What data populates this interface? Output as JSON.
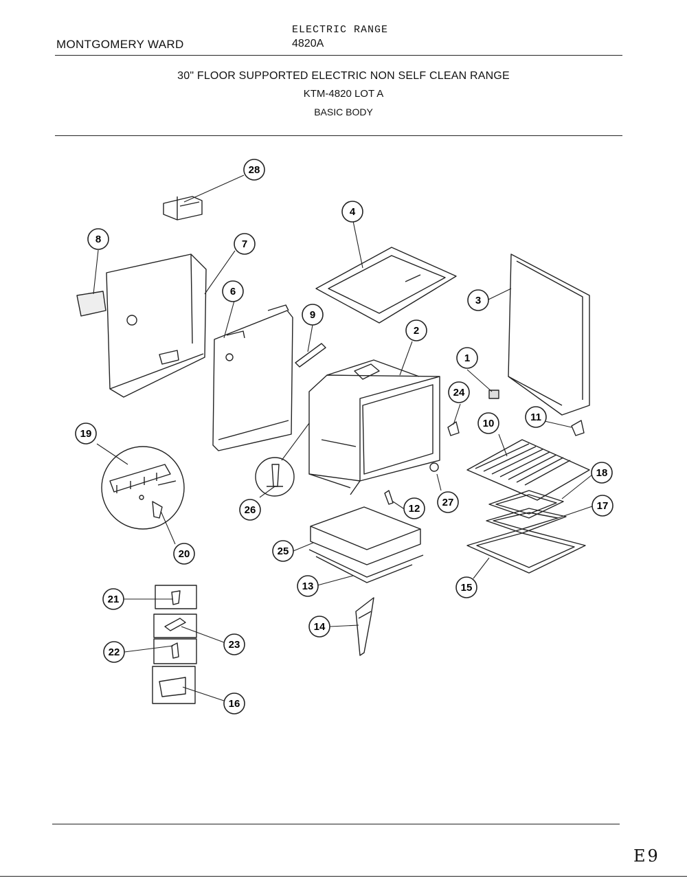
{
  "header": {
    "brand": "MONTGOMERY WARD",
    "category": "ELECTRIC RANGE",
    "model": "4820A"
  },
  "title": {
    "line1": "30\" FLOOR SUPPORTED ELECTRIC NON SELF CLEAN RANGE",
    "line2": "KTM-4820 LOT A",
    "line3": "BASIC BODY"
  },
  "page_code": "E9",
  "callouts": [
    "28",
    "8",
    "7",
    "4",
    "6",
    "3",
    "9",
    "2",
    "1",
    "24",
    "11",
    "10",
    "19",
    "18",
    "17",
    "26",
    "12",
    "27",
    "20",
    "25",
    "15",
    "13",
    "21",
    "23",
    "22",
    "14",
    "16"
  ]
}
